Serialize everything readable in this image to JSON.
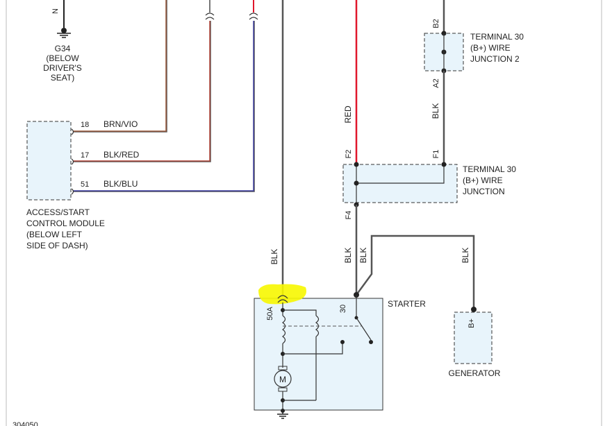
{
  "ground": {
    "name": "G34",
    "desc1": "(BELOW",
    "desc2": "DRIVER'S",
    "desc3": "SEAT)"
  },
  "pins": {
    "top_n": "N",
    "b2": "B2",
    "a2": "A2",
    "f1": "F1",
    "f2": "F2",
    "f4": "F4",
    "p18": "18",
    "p17": "17",
    "p51": "51",
    "p50a": "50A",
    "p30": "30",
    "bplus": "B+"
  },
  "wires": {
    "brn_vio": "BRN/VIO",
    "blk_red": "BLK/RED",
    "blk_blu": "BLK/BLU",
    "red": "RED",
    "blk": "BLK"
  },
  "junction2": {
    "line1": "TERMINAL 30",
    "line2": "(B+) WIRE",
    "line3": "JUNCTION 2"
  },
  "junction": {
    "line1": "TERMINAL 30",
    "line2": "(B+) WIRE",
    "line3": "JUNCTION"
  },
  "module": {
    "line1": "ACCESS/START",
    "line2": "CONTROL MODULE",
    "line3": "(BELOW LEFT",
    "line4": "SIDE OF DASH)"
  },
  "starter": {
    "label": "STARTER",
    "motor": "M"
  },
  "generator": {
    "label": "GENERATOR"
  },
  "footer": {
    "code": "304050"
  },
  "colors": {
    "brn_vio": "#9c5a3c",
    "blk_red": "#b0463a",
    "blk_blu": "#3b3b9e",
    "red": "#e0162b",
    "blk": "#555555",
    "highlight": "#f7f700"
  }
}
